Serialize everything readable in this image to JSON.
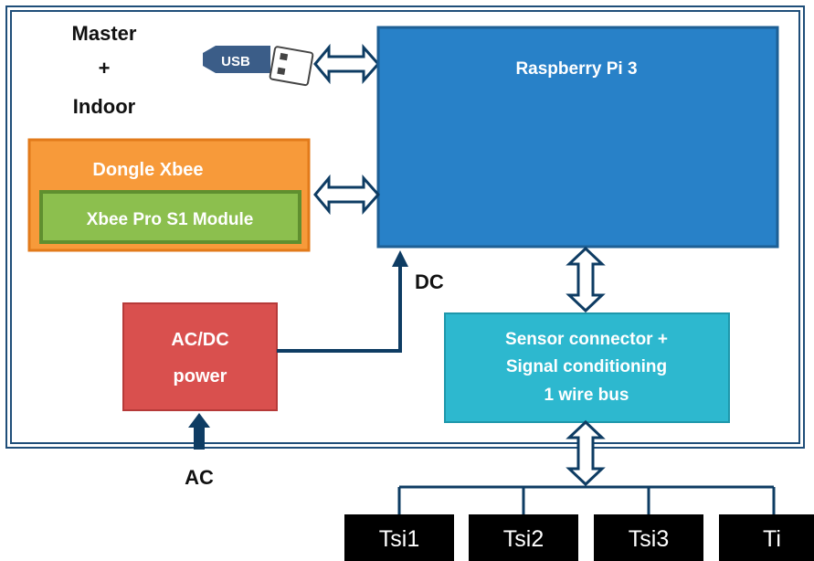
{
  "system_title": {
    "line1": "Master",
    "line2": "+",
    "line3": "Indoor"
  },
  "usb_label": "USB",
  "raspberry_pi": {
    "title": "Raspberry Pi 3"
  },
  "dongle": {
    "title": "Dongle Xbee",
    "module": "Xbee Pro S1 Module"
  },
  "power": {
    "line1": "AC/DC",
    "line2": "power",
    "input_label": "AC",
    "output_label": "DC"
  },
  "sensor_block": {
    "line1": "Sensor connector +",
    "line2": "Signal conditioning",
    "line3": "1 wire bus"
  },
  "sensors": [
    "Tsi1",
    "Tsi2",
    "Tsi3",
    "Ti"
  ],
  "colors": {
    "frame": "#1f4e79",
    "raspberry": "#2881c8",
    "dongle_outer": "#f79a3a",
    "dongle_inner": "#8cbf4e",
    "power": "#d9504e",
    "sensor_block": "#2db8cf",
    "arrow": "#0e3c63",
    "usb": "#3b5d88"
  },
  "icons": {
    "usb": "usb-stick-icon",
    "link": "double-arrow-icon"
  }
}
